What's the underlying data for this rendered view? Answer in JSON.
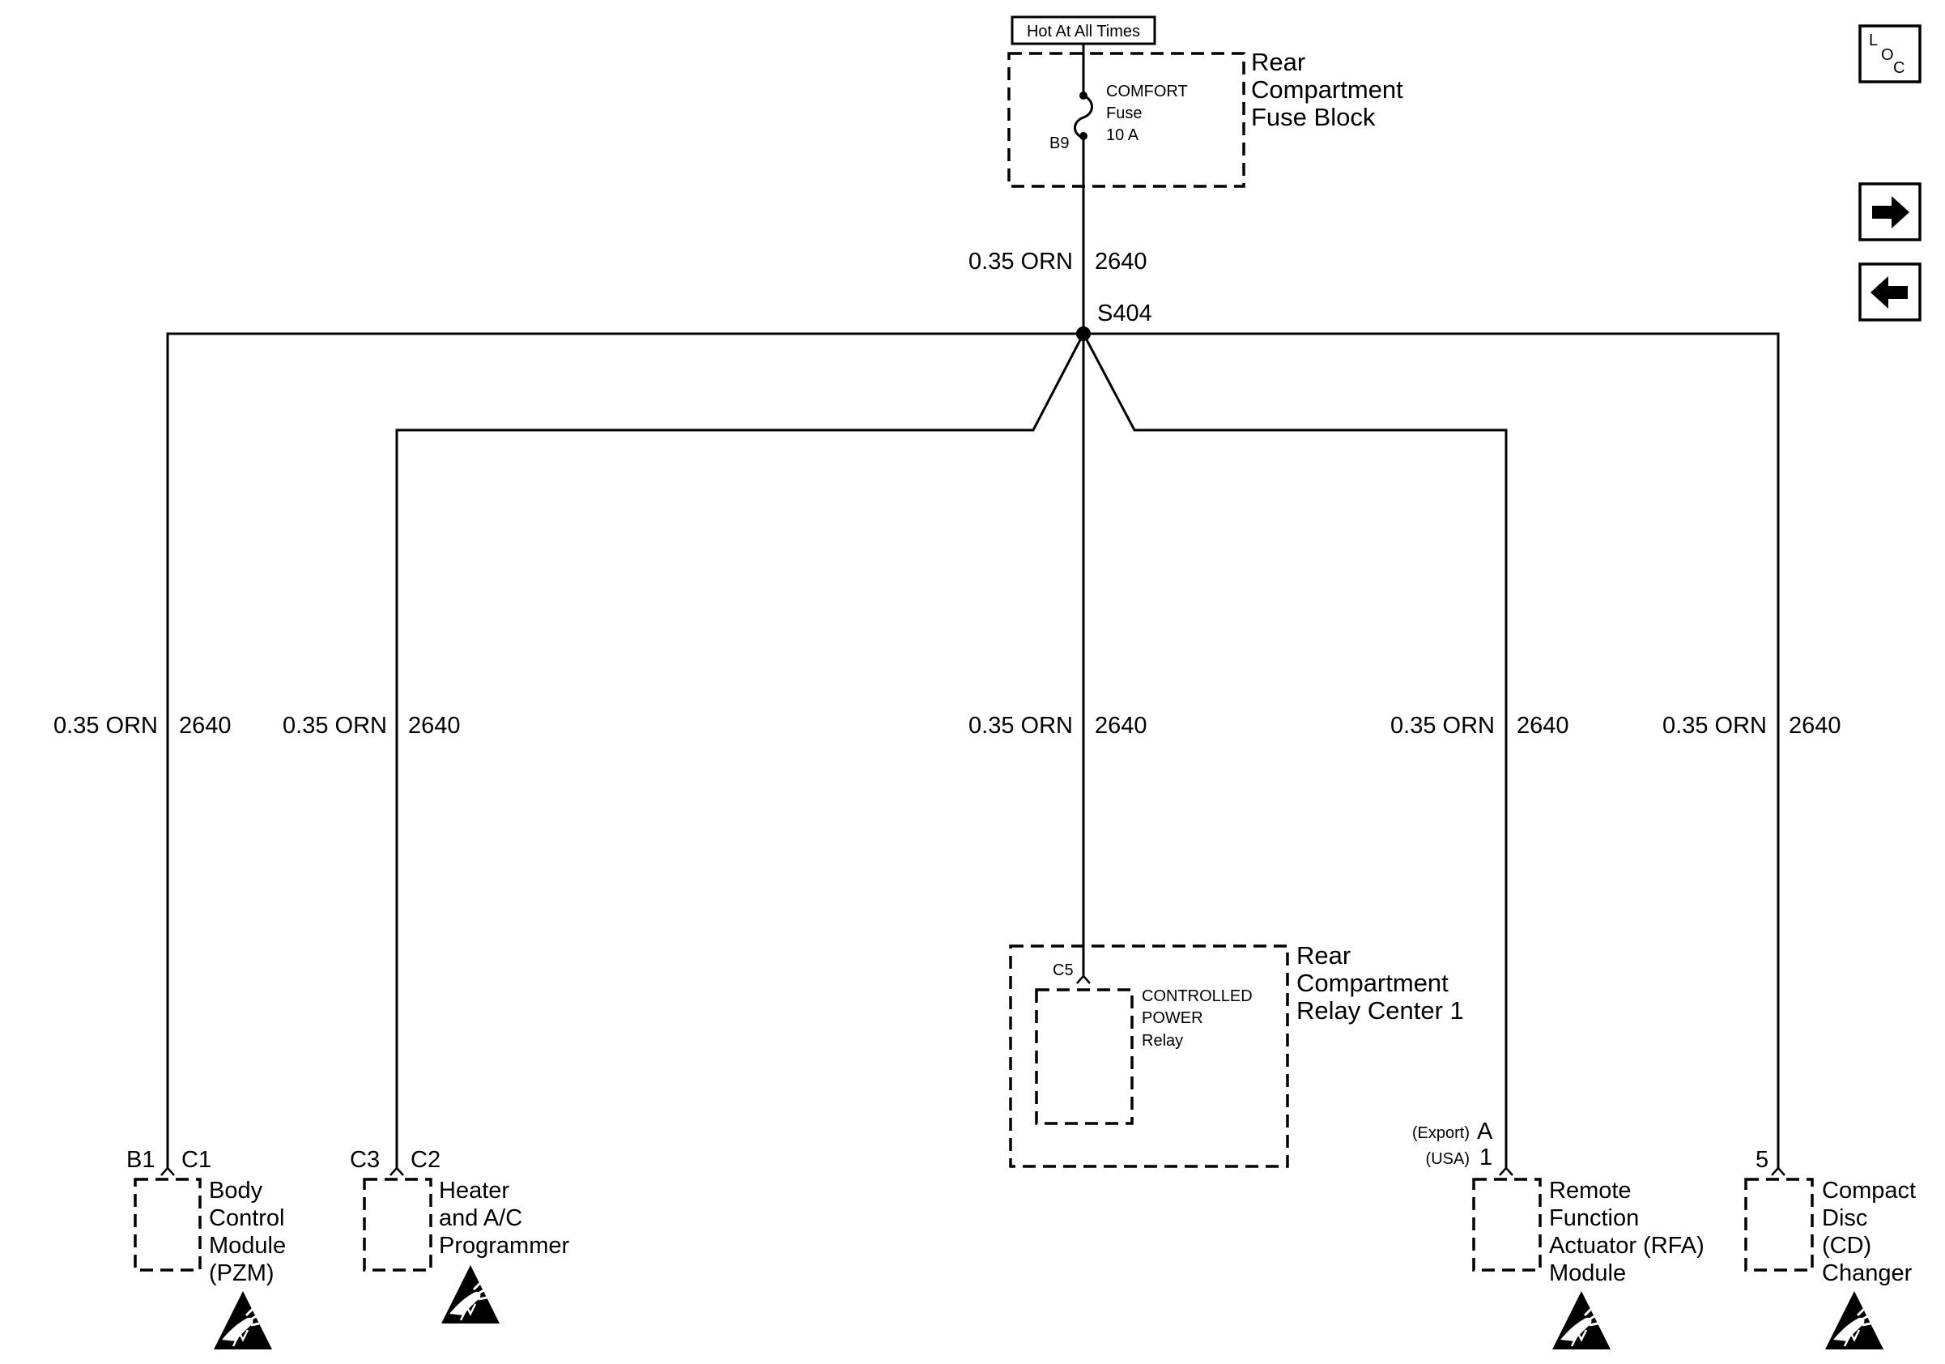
{
  "power_source": {
    "label": "Hot At All Times"
  },
  "fuse_block": {
    "name": [
      "Rear",
      "Compartment",
      "Fuse Block"
    ],
    "fuse_name": "COMFORT",
    "fuse_type": "Fuse",
    "fuse_rating": "10 A",
    "pin": "B9"
  },
  "feed_wire": {
    "gauge_color": "0.35 ORN",
    "circuit": "2640"
  },
  "splice": {
    "id": "S404"
  },
  "branches": [
    {
      "gauge_color": "0.35 ORN",
      "circuit": "2640"
    },
    {
      "gauge_color": "0.35 ORN",
      "circuit": "2640"
    },
    {
      "gauge_color": "0.35 ORN",
      "circuit": "2640"
    },
    {
      "gauge_color": "0.35 ORN",
      "circuit": "2640"
    },
    {
      "gauge_color": "0.35 ORN",
      "circuit": "2640"
    }
  ],
  "components": {
    "bcm": {
      "connector": "B1",
      "pin": "C1",
      "name": [
        "Body",
        "Control",
        "Module",
        "(PZM)"
      ]
    },
    "hvac": {
      "connector": "C3",
      "pin": "C2",
      "name": [
        "Heater",
        "and A/C",
        "Programmer"
      ]
    },
    "relay_center": {
      "pin": "C5",
      "name": [
        "Rear",
        "Compartment",
        "Relay Center 1"
      ],
      "relay_name": [
        "CONTROLLED",
        "POWER",
        "Relay"
      ]
    },
    "rfa": {
      "pin_export_note": "(Export)",
      "pin_export": "A",
      "pin_usa_note": "(USA)",
      "pin_usa": "1",
      "name": [
        "Remote",
        "Function",
        "Actuator (RFA)",
        "Module"
      ]
    },
    "cd": {
      "pin": "5",
      "name": [
        "Compact",
        "Disc",
        "(CD)",
        "Changer"
      ]
    }
  },
  "nav": {
    "loc": {
      "l": "L",
      "o": "O",
      "c": "C"
    },
    "next_icon": "arrow-right-icon",
    "prev_icon": "arrow-left-icon"
  },
  "colors": {
    "ink": "#000000",
    "paper": "#ffffff"
  }
}
